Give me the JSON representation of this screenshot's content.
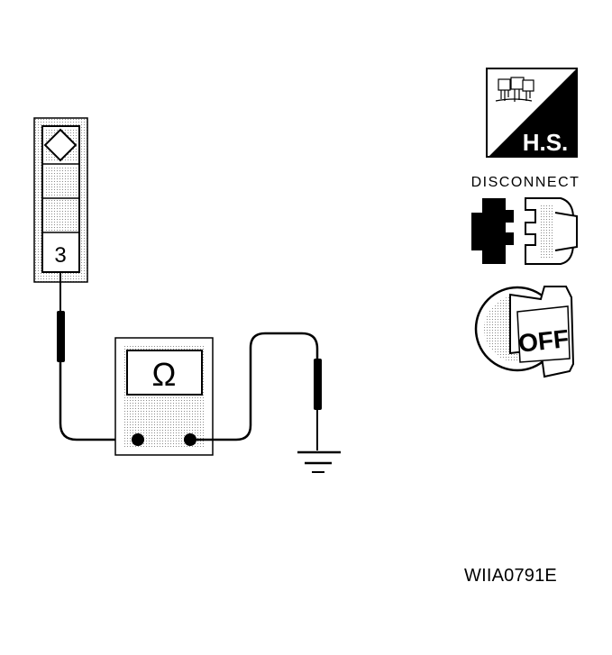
{
  "connector": {
    "terminal": "3"
  },
  "meter": {
    "symbol": "Ω"
  },
  "icons": {
    "harness_side": {
      "text": "H.S.",
      "icon": "connector-harness-side-icon"
    },
    "disconnect": {
      "label": "DISCONNECT",
      "icon": "disconnect-connector-icon"
    },
    "ignition": {
      "text": "OFF",
      "icon": "ignition-key-off-icon"
    }
  },
  "reference_code": "WIIA0791E",
  "colors": {
    "line": "#000000",
    "background": "#ffffff",
    "pattern": "#9a9a9a"
  }
}
